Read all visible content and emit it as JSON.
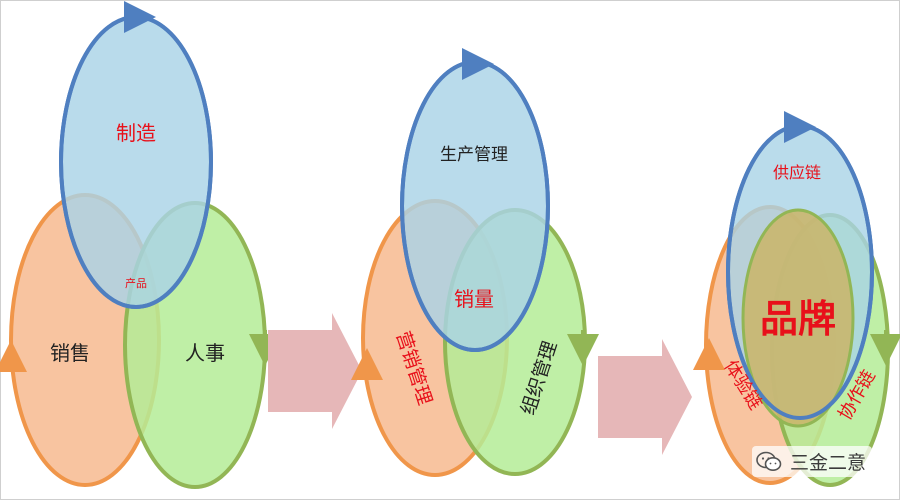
{
  "diagrams": [
    {
      "top_label": "制造",
      "left_label": "销售",
      "right_label": "人事",
      "center_label": "产品"
    },
    {
      "top_label": "生产管理",
      "left_label": "营销管理",
      "right_label": "组织管理",
      "center_label": "销量"
    },
    {
      "top_label": "供应链",
      "left_label": "体验链",
      "right_label": "协作链",
      "center_label": "品牌"
    }
  ],
  "watermark": {
    "text": "三金二意",
    "icon": "wechat-icon"
  },
  "colors": {
    "top_fill": "#a9d3e6",
    "top_stroke": "#4f7fc0",
    "left_fill": "#f8c4a0",
    "left_stroke": "#f0964a",
    "right_fill": "#b4ec96",
    "right_stroke": "#92b655",
    "arrow": "#e6b7b8",
    "label_red": "#e8101a",
    "label_dark": "#222222"
  }
}
